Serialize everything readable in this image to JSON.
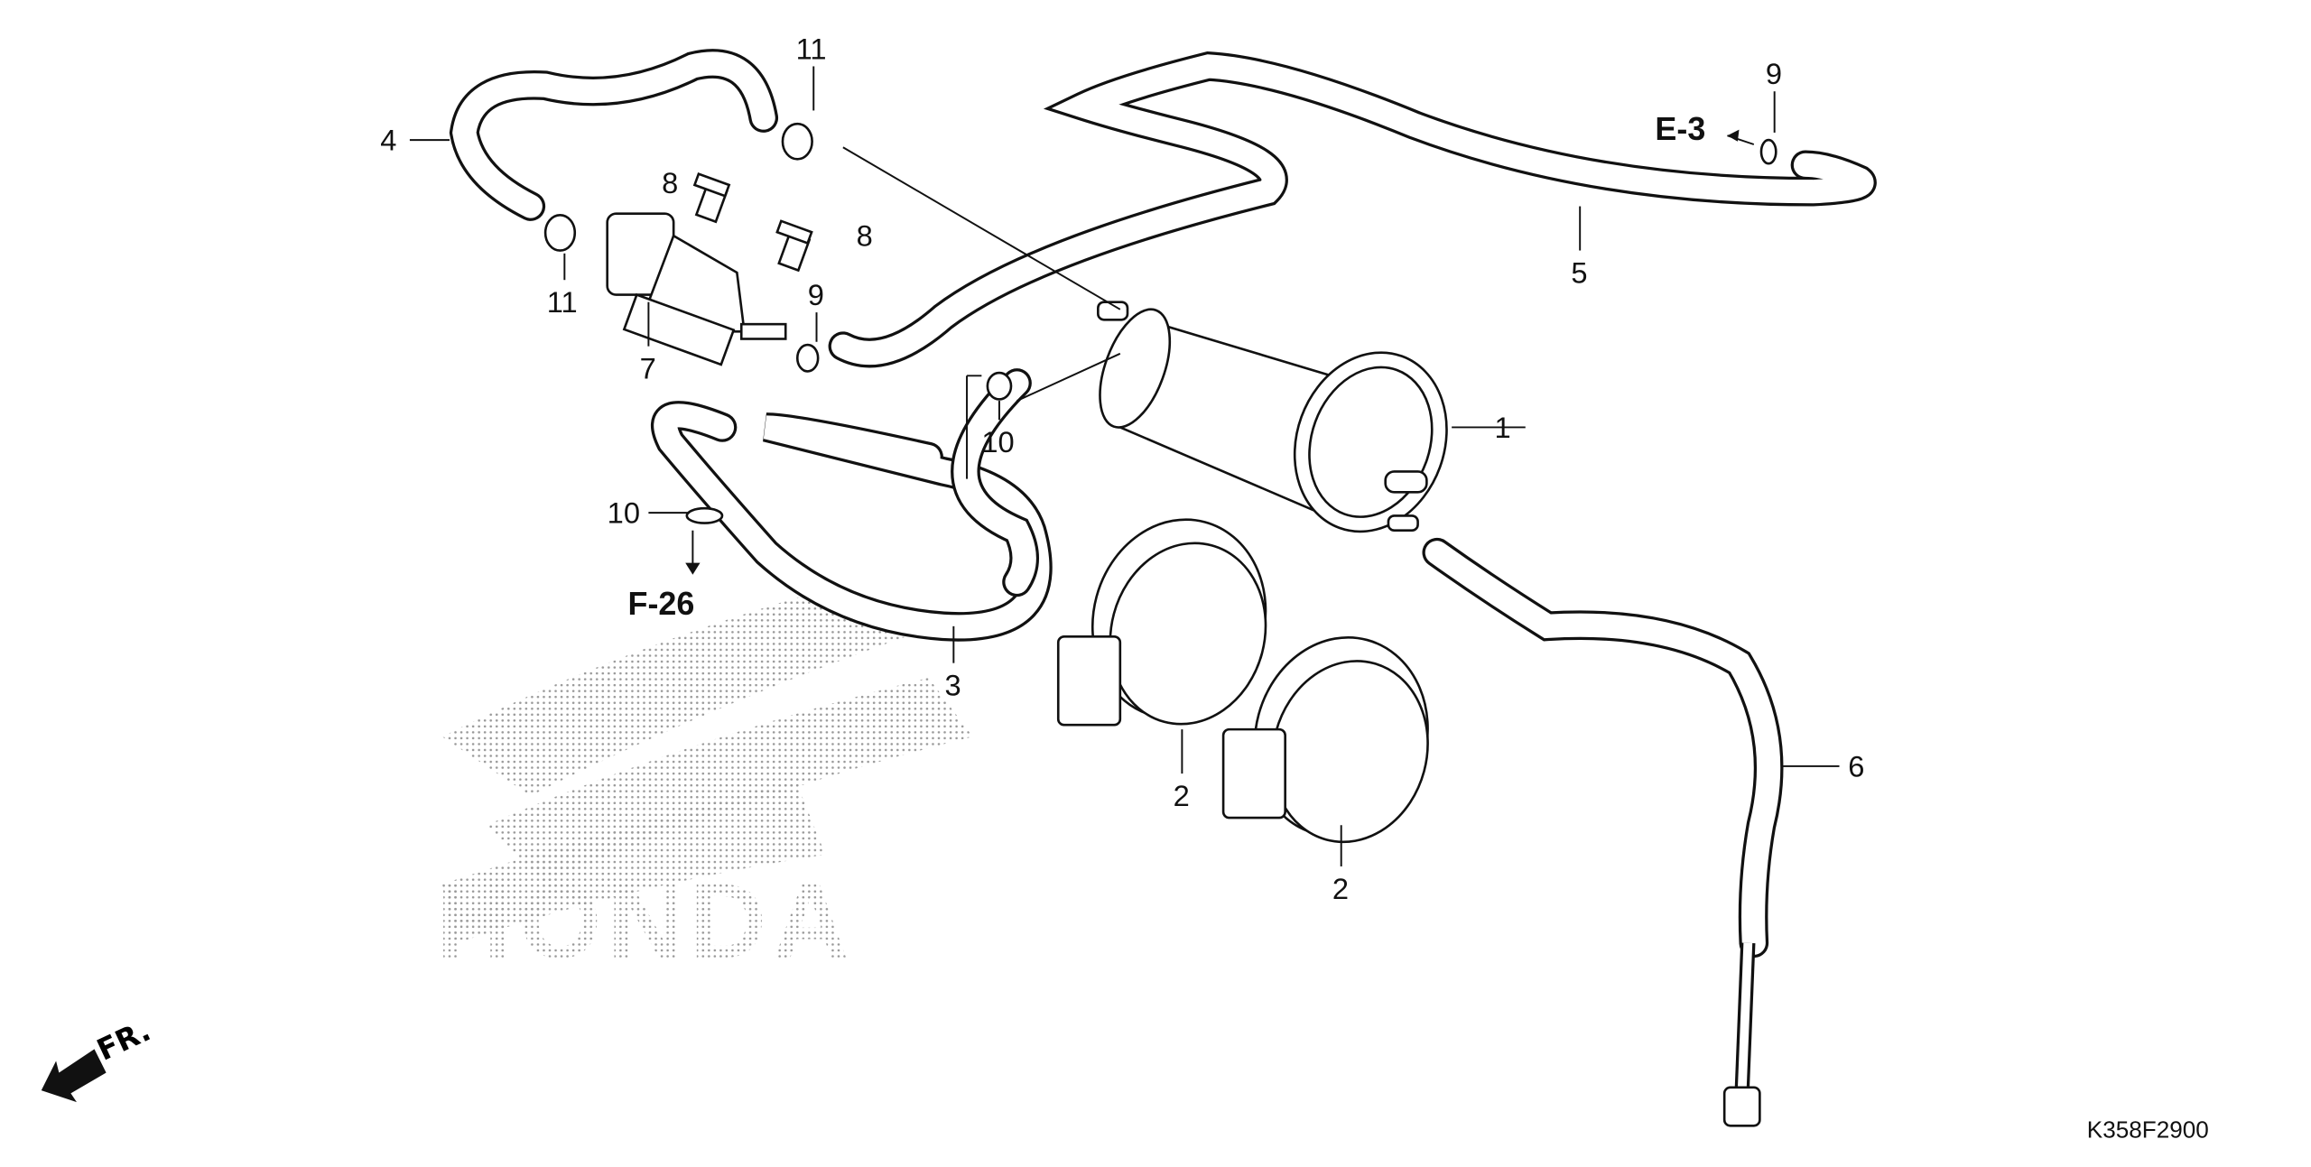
{
  "diagram": {
    "callouts": [
      "1",
      "2",
      "2",
      "3",
      "4",
      "5",
      "6",
      "7",
      "8",
      "8",
      "9",
      "9",
      "10",
      "10",
      "11",
      "11"
    ],
    "references": {
      "e3": "E-3",
      "f26": "F-26"
    },
    "direction_label": "FR.",
    "drawing_code": "K358F2900",
    "watermark": "HONDA"
  }
}
